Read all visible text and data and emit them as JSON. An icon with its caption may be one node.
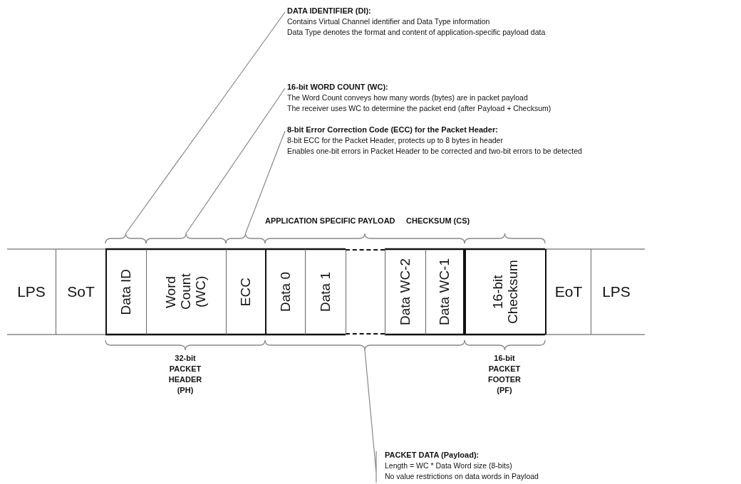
{
  "diagram": {
    "nodes": [
      {
        "text": [
          "LPS"
        ]
      },
      {
        "text": [
          "SoT"
        ]
      },
      {
        "text": [
          "Data ID"
        ]
      },
      {
        "text": [
          "Word Count (WC)"
        ]
      },
      {
        "text": [
          "ECC"
        ]
      },
      {
        "text": [
          "Data 0"
        ]
      },
      {
        "text": [
          "Data 1"
        ]
      },
      {
        "text": [],
        "shape": "box"
      },
      {
        "text": [
          "Data WC-2"
        ]
      },
      {
        "text": [
          "Data WC-1"
        ]
      },
      {
        "text": [
          "16-bit Checksum"
        ]
      },
      {
        "text": [
          "EoT"
        ]
      },
      {
        "text": [
          "LPS"
        ]
      },
      {
        "text": [
          "DATA IDENTIFIER (DI):",
          "Contains Virtual Channel identifier and Data Type information",
          "Data Type denotes the format and content of application-specific payload data"
        ]
      },
      {
        "text": [
          "16-bit WORD COUNT (WC):",
          "The Word Count conveys how many words (bytes) are in packet payload",
          "The receiver uses WC to determine the packet end (after Payload + Checksum)"
        ]
      },
      {
        "text": [
          "8-bit Error Correction Code (ECC) for the Packet Header:",
          "8-bit ECC for the Packet Header, protects up to 8 bytes in header",
          "Enables one-bit errors in Packet Header to be corrected and two-bit errors to be detected"
        ]
      },
      {
        "text": [
          "PACKET DATA (Payload):",
          "Length = WC * Data Word size (8-bits)",
          "No value restrictions on data words in Payload"
        ]
      },
      {
        "text": [],
        "shape": "brace"
      }
    ],
    "edges": [
      {
        "from": 13,
        "to": 2,
        "arrow": "none"
      },
      {
        "from": 14,
        "to": 3,
        "arrow": "none"
      },
      {
        "from": 15,
        "to": 4,
        "arrow": "none"
      },
      {
        "from": 16,
        "to": 17,
        "arrow": "none"
      }
    ],
    "labels": [
      "APPLICATION SPECIFIC PAYLOAD",
      "CHECKSUM (CS)",
      "32-bit PACKET HEADER (PH)",
      "16-bit PACKET FOOTER (PF)"
    ]
  }
}
